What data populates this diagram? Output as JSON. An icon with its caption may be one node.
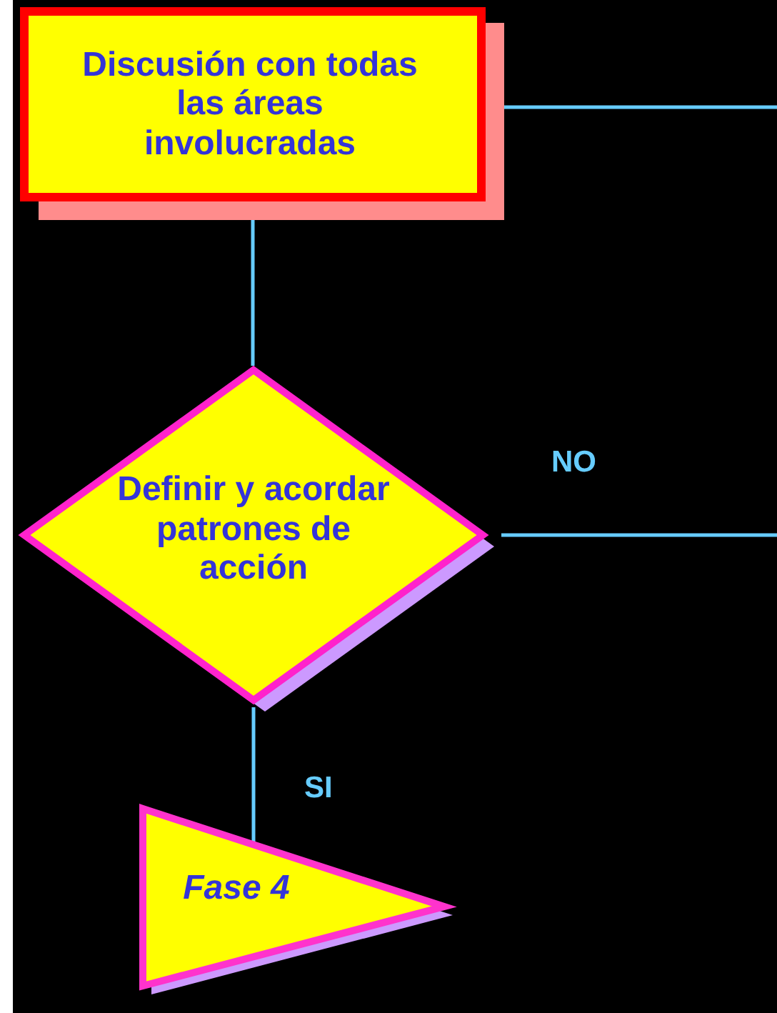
{
  "diagram": {
    "nodes": [
      {
        "text": [
          "Discusión con todas las áreas involucradas"
        ]
      },
      {
        "text": [
          "Definir y acordar patrones de acción"
        ]
      },
      {
        "text": [
          "Fase 4"
        ]
      }
    ],
    "edges": [
      {
        "from": 0,
        "to": 1,
        "arrow": "none"
      },
      {
        "from": 1,
        "to": 2,
        "arrow": "none",
        "label": "SI"
      },
      {
        "from": 0,
        "to": null,
        "arrow": "none"
      },
      {
        "from": 1,
        "to": null,
        "arrow": "none",
        "label": "NO"
      }
    ]
  }
}
